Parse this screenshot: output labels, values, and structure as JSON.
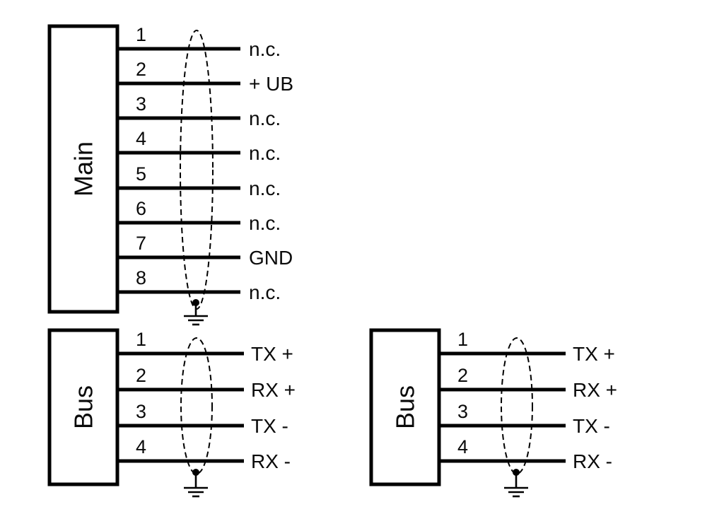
{
  "diagram": {
    "connectors": [
      {
        "name": "Main",
        "pins": [
          {
            "number": "1",
            "label": "n.c."
          },
          {
            "number": "2",
            "label": "+ UB"
          },
          {
            "number": "3",
            "label": "n.c."
          },
          {
            "number": "4",
            "label": "n.c."
          },
          {
            "number": "5",
            "label": "n.c."
          },
          {
            "number": "6",
            "label": "n.c."
          },
          {
            "number": "7",
            "label": "GND"
          },
          {
            "number": "8",
            "label": "n.c."
          }
        ]
      },
      {
        "name": "Bus",
        "pins": [
          {
            "number": "1",
            "label": "TX +"
          },
          {
            "number": "2",
            "label": "RX +"
          },
          {
            "number": "3",
            "label": "TX -"
          },
          {
            "number": "4",
            "label": "RX -"
          }
        ]
      },
      {
        "name": "Bus",
        "pins": [
          {
            "number": "1",
            "label": "TX +"
          },
          {
            "number": "2",
            "label": "RX +"
          },
          {
            "number": "3",
            "label": "TX -"
          },
          {
            "number": "4",
            "label": "RX -"
          }
        ]
      }
    ],
    "symbols": {
      "shield": "cable-shield-ellipse",
      "ground": "earth-ground"
    },
    "colors": {
      "line": "#000000",
      "background": "#ffffff",
      "text": "#0a0a0a"
    }
  }
}
